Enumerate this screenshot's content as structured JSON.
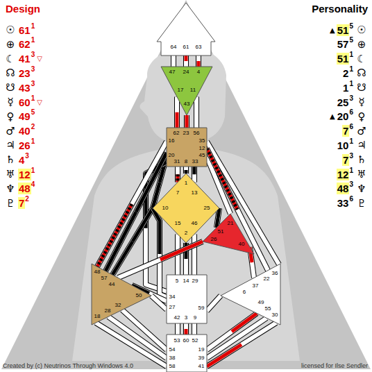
{
  "diagram": {
    "nodes": [
      {
        "text": [
          "64",
          "61",
          "63"
        ]
      },
      {
        "text": [
          "47",
          "24",
          "4",
          "17",
          "11",
          "43"
        ]
      },
      {
        "text": [
          "62",
          "23",
          "56",
          "16",
          "35",
          "12",
          "20",
          "45",
          "31",
          "8",
          "33"
        ]
      },
      {
        "text": [
          "1",
          "7",
          "13",
          "10",
          "25",
          "15",
          "46",
          "2"
        ]
      },
      {
        "text": [
          "21",
          "51",
          "26",
          "40"
        ]
      },
      {
        "text": [
          "48",
          "57",
          "44",
          "50",
          "32",
          "28",
          "18"
        ]
      },
      {
        "text": [
          "6",
          "37",
          "22",
          "36",
          "49",
          "55",
          "30"
        ]
      },
      {
        "text": [
          "5",
          "14",
          "29",
          "34",
          "27",
          "59",
          "42",
          "3",
          "9"
        ]
      },
      {
        "text": [
          "53",
          "60",
          "52",
          "54",
          "19",
          "38",
          "39",
          "58",
          "41"
        ]
      }
    ],
    "edges": [
      {
        "from": 0,
        "to": 1,
        "arrow": "none"
      },
      {
        "from": 0,
        "to": 1,
        "arrow": "none"
      },
      {
        "from": 0,
        "to": 1,
        "arrow": "none"
      },
      {
        "from": 1,
        "to": 2,
        "arrow": "none"
      },
      {
        "from": 1,
        "to": 2,
        "arrow": "none"
      },
      {
        "from": 1,
        "to": 2,
        "arrow": "none"
      },
      {
        "from": 2,
        "to": 3,
        "arrow": "none"
      },
      {
        "from": 2,
        "to": 3,
        "arrow": "none"
      },
      {
        "from": 2,
        "to": 3,
        "arrow": "none"
      },
      {
        "from": 2,
        "to": 3,
        "arrow": "none"
      },
      {
        "from": 2,
        "to": 4,
        "arrow": "none"
      },
      {
        "from": 2,
        "to": 7,
        "arrow": "none"
      },
      {
        "from": 2,
        "to": 5,
        "arrow": "none"
      },
      {
        "from": 2,
        "to": 5,
        "arrow": "none"
      },
      {
        "from": 2,
        "to": 6,
        "arrow": "none"
      },
      {
        "from": 2,
        "to": 6,
        "arrow": "none"
      },
      {
        "from": 3,
        "to": 4,
        "arrow": "none"
      },
      {
        "from": 3,
        "to": 7,
        "arrow": "none"
      },
      {
        "from": 3,
        "to": 7,
        "arrow": "none"
      },
      {
        "from": 3,
        "to": 7,
        "arrow": "none"
      },
      {
        "from": 3,
        "to": 5,
        "arrow": "none"
      },
      {
        "from": 3,
        "to": 7,
        "arrow": "none"
      },
      {
        "from": 4,
        "to": 5,
        "arrow": "none"
      },
      {
        "from": 4,
        "to": 6,
        "arrow": "none"
      },
      {
        "from": 5,
        "to": 7,
        "arrow": "none"
      },
      {
        "from": 5,
        "to": 7,
        "arrow": "none"
      },
      {
        "from": 7,
        "to": 6,
        "arrow": "none"
      },
      {
        "from": 7,
        "to": 8,
        "arrow": "none"
      },
      {
        "from": 7,
        "to": 8,
        "arrow": "none"
      },
      {
        "from": 7,
        "to": 8,
        "arrow": "none"
      },
      {
        "from": 5,
        "to": 8,
        "arrow": "none"
      },
      {
        "from": 5,
        "to": 8,
        "arrow": "none"
      },
      {
        "from": 5,
        "to": 8,
        "arrow": "none"
      },
      {
        "from": 6,
        "to": 8,
        "arrow": "none"
      },
      {
        "from": 6,
        "to": 8,
        "arrow": "none"
      },
      {
        "from": 6,
        "to": 8,
        "arrow": "none"
      }
    ],
    "labels": [
      "Design",
      "☉",
      "61",
      "1",
      "⊕",
      "62",
      "1",
      "☾",
      "41",
      "3",
      "▽",
      "☊",
      "23",
      "3",
      "☋",
      "43",
      "3",
      "☿",
      "60",
      "1",
      "▽",
      "♀",
      "49",
      "5",
      "♂",
      "40",
      "2",
      "♃",
      "26",
      "1",
      "♄",
      "4",
      "3",
      "♅",
      "12",
      "1",
      "♆",
      "48",
      "4",
      "♇",
      "7",
      "2",
      "Personality",
      "▲",
      "51",
      "5",
      "☉",
      "57",
      "5",
      "⊕",
      "51",
      "1",
      "☾",
      "2",
      "1",
      "☊",
      "1",
      "1",
      "☋",
      "25",
      "3",
      "☿",
      "▲",
      "20",
      "6",
      "♀",
      "7",
      "6",
      "♂",
      "10",
      "1",
      "♃",
      "7",
      "3",
      "♄",
      "12",
      "1",
      "♅",
      "48",
      "3",
      "♆",
      "33",
      "6",
      "♇",
      "Created by (c) Neutrinos Through Windows 4.0",
      "licensed for Ilse Sendler"
    ]
  }
}
